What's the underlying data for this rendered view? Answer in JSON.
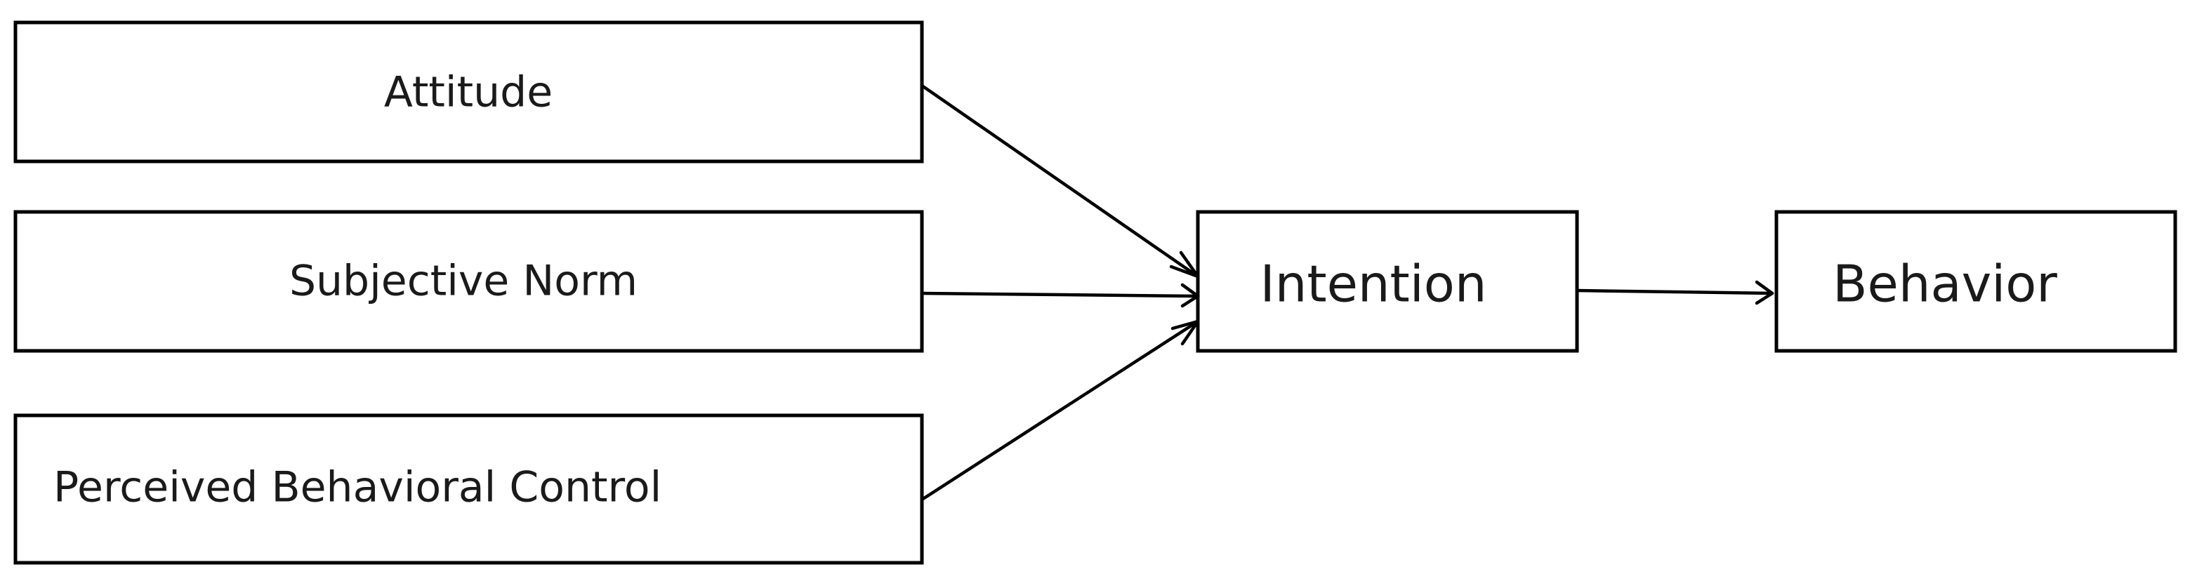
{
  "diagram": {
    "nodes": [
      {
        "id": "attitude",
        "label": "Attitude"
      },
      {
        "id": "subjective-norm",
        "label": "Subjective Norm"
      },
      {
        "id": "perceived-behavioral-control",
        "label": "Perceived Behavioral Control"
      },
      {
        "id": "intention",
        "label": "Intention"
      },
      {
        "id": "behavior",
        "label": "Behavior"
      }
    ],
    "edges": [
      {
        "from": "attitude",
        "to": "intention"
      },
      {
        "from": "subjective-norm",
        "to": "intention"
      },
      {
        "from": "perceived-behavioral-control",
        "to": "intention"
      },
      {
        "from": "intention",
        "to": "behavior"
      }
    ]
  }
}
